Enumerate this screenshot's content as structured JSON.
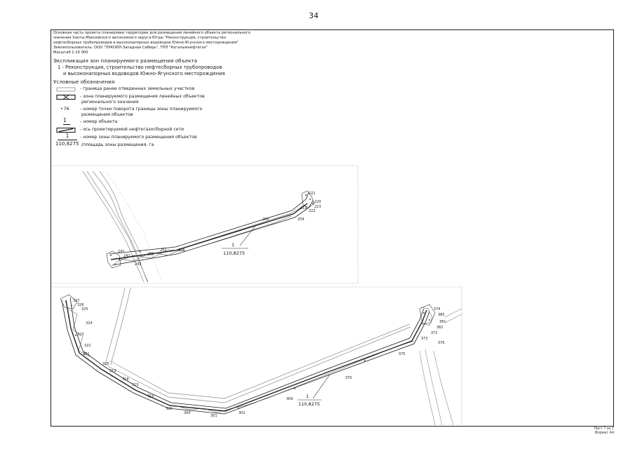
{
  "page_number": "34",
  "notes": {
    "header_lines": [
      "Основная часть проекта планировки территории для размещения линейного объекта регионального",
      "значения Ханты-Мансийского автономного округа-Югры \"Реконструкция, строительство",
      "нефтесборных трубопроводов и высоконапорных водоводов Южно-Ягунского месторождения\"",
      "Землепользователь: ООО \"ЛУКОЙЛ-Западная Сибирь\", ТПП \"Когалымнефтегаз\"",
      "Масштаб 1:10 000"
    ],
    "explication_title": "Экспликация зон планируемого размещения объекта",
    "explication_items": [
      "1 - Реконструкция, строительство нефтесборных трубопроводов",
      "и высоконапорных водоводов Южно-Ягунского месторождения"
    ],
    "legend_title": "Условные обозначения",
    "legend": [
      {
        "symbol": "parcel-border",
        "text": "- граница ранее отведенных земельных участков"
      },
      {
        "symbol": "zone-border",
        "text": "- зона планируемого размещения линейных объектов",
        "text2": "регионального значения"
      },
      {
        "symbol": "point-number",
        "label": "76",
        "text": "- номер точки поворота границы зоны планируемого",
        "text2": "размещения объектов"
      },
      {
        "symbol": "object-number",
        "label": "1",
        "text": "- номер объекта"
      },
      {
        "symbol": "pipeline-axis",
        "text": "- ось проектируемой нефтегазосборной сети"
      },
      {
        "symbol": "zone-number",
        "label": "1",
        "text": "- номер зоны планируемого размещения объектов"
      },
      {
        "symbol": "zone-area",
        "label": "110,8275",
        "text": "/площадь зоны размещения, га"
      }
    ]
  },
  "map": {
    "upper": {
      "zone_label": "1",
      "area_label": "110,8275",
      "point_labels": [
        "221",
        "220",
        "223",
        "222",
        "219",
        "259",
        "256",
        "241",
        "242",
        "243",
        "250",
        "251",
        "260"
      ]
    },
    "lower": {
      "zone_label": "1",
      "area_label": "110,8275",
      "point_labels": [
        "327",
        "326",
        "325",
        "324",
        "323",
        "322",
        "321",
        "320",
        "319",
        "318",
        "315",
        "310",
        "305",
        "300",
        "301",
        "302",
        "309",
        "370",
        "375",
        "376",
        "372",
        "373",
        "374",
        "380",
        "381",
        "382"
      ]
    }
  },
  "sheet": {
    "line1": "Лист 7 из 7",
    "line2": "Формат А4"
  }
}
